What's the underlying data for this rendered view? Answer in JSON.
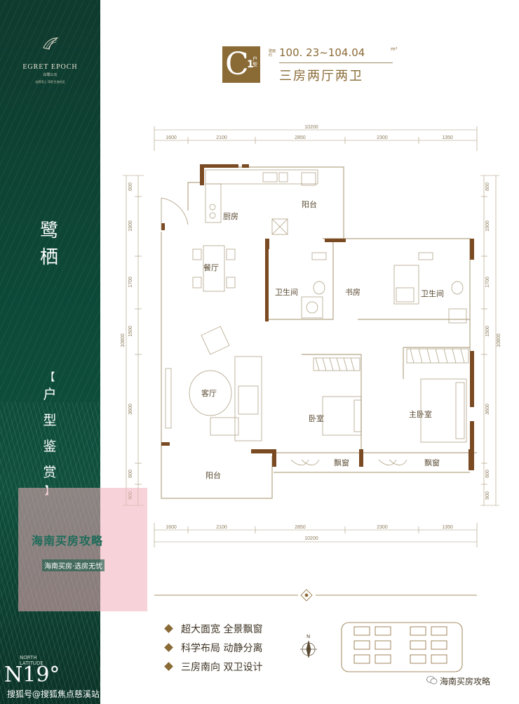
{
  "brand": {
    "logo_en": "EGRET EPOCH",
    "logo_cn": "白鹭公元",
    "logo_tagline": "自然湾上 河网 生态社区",
    "project_name": "鹭栖"
  },
  "section_title": {
    "open": "【",
    "chars": [
      "户",
      "型",
      "鉴",
      "赏"
    ],
    "close": "】"
  },
  "unit": {
    "type_letter": "C",
    "type_number": "1",
    "type_suffix": "户型",
    "area_label": "建面约",
    "area_range": "100. 23~104.04",
    "area_unit": "m²",
    "rooms": "三房两厅两卫"
  },
  "dimensions": {
    "top_total": "10200",
    "top_segments": [
      "1600",
      "2100",
      "2850",
      "2300",
      "1350"
    ],
    "bottom_total": "10200",
    "bottom_segments": [
      "1600",
      "2100",
      "2850",
      "2300",
      "1350"
    ],
    "left_segments": [
      "600",
      "1900",
      "1700",
      "1500",
      "3600",
      "600",
      "900"
    ],
    "left_total": "10800",
    "right_segments": [
      "600",
      "1900",
      "1700",
      "1500",
      "3600",
      "600",
      "900"
    ],
    "right_total": "10800"
  },
  "rooms": {
    "kitchen": "厨房",
    "balcony_top": "阳台",
    "dining": "餐厅",
    "bath_left": "卫生间",
    "study": "书房",
    "bath_right": "卫生间",
    "living": "客厅",
    "bedroom": "卧室",
    "master_bedroom": "主卧室",
    "balcony_bottom": "阳台",
    "bay_window_left": "飘窗",
    "bay_window_right": "飘窗"
  },
  "watermark": {
    "main": "海南买房攻略",
    "sub": "海南买房·选房无忧"
  },
  "features": [
    "超大面宽 全景飘窗",
    "科学布局 动静分离",
    "三房南向 双卫设计"
  ],
  "compass_label": "N",
  "latitude": {
    "label": "NORTH LATITUDE",
    "value": "N19°"
  },
  "footer": {
    "left": "搜狐号@搜狐焦点慈溪站",
    "right": "海南买房攻略"
  },
  "colors": {
    "panel_green": "#0f3a2e",
    "gold": "#8a6a35",
    "wall_brown": "#7a4a22",
    "watermark_pink": "#f0afb9"
  }
}
